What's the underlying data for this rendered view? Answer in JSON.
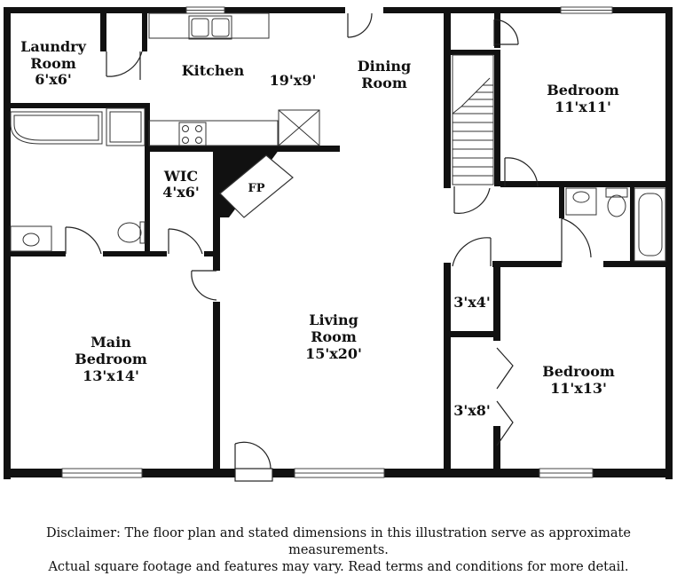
{
  "rooms": {
    "laundry": {
      "line1": "Laundry",
      "line2": "Room",
      "dims": "6'x6'"
    },
    "kitchen": {
      "name": "Kitchen",
      "dims": "19'x9'"
    },
    "dining": {
      "line1": "Dining",
      "line2": "Room"
    },
    "bedroom_ne": {
      "name": "Bedroom",
      "dims": "11'x11'"
    },
    "wic": {
      "name": "WIC",
      "dims": "4'x6'"
    },
    "fireplace": {
      "label": "FP"
    },
    "living": {
      "line1": "Living",
      "line2": "Room",
      "dims": "15'x20'"
    },
    "main_bedroom": {
      "line1": "Main",
      "line2": "Bedroom",
      "dims": "13'x14'"
    },
    "closet_small": {
      "dims": "3'x4'"
    },
    "closet_large": {
      "dims": "3'x8'"
    },
    "bedroom_se": {
      "name": "Bedroom",
      "dims": "11'x13'"
    }
  },
  "disclaimer": {
    "line1": "Disclaimer: The floor plan and stated dimensions in this illustration serve as approximate measurements.",
    "line2": "Actual square footage and features may vary. Read terms and conditions for more detail."
  }
}
